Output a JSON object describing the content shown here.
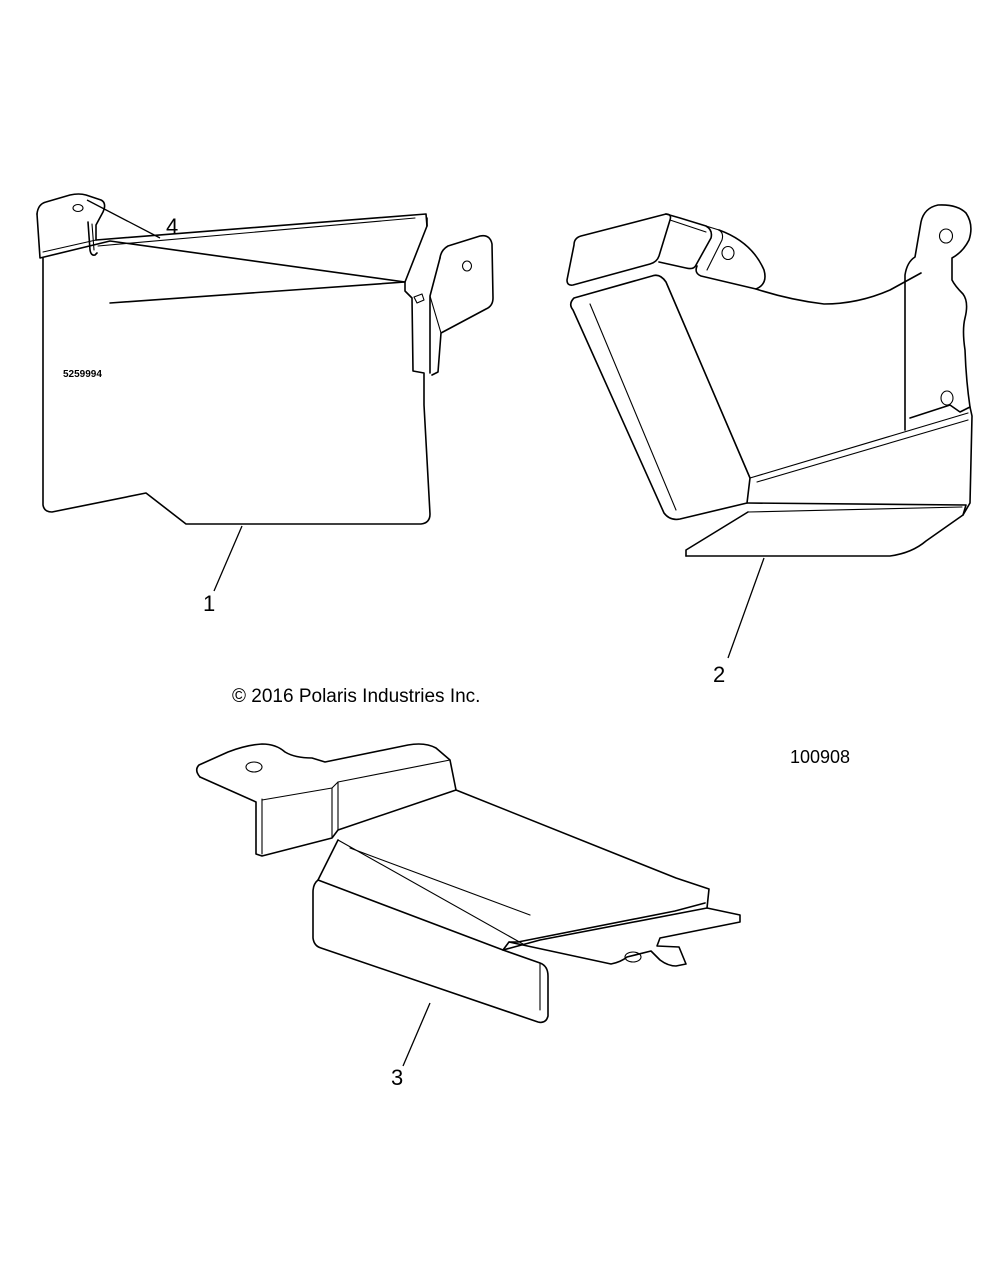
{
  "callouts": {
    "part1": "1",
    "part2": "2",
    "part3": "3",
    "part4": "4"
  },
  "part_number_label": "5259994",
  "copyright": "© 2016 Polaris Industries Inc.",
  "figure_number": "100908"
}
